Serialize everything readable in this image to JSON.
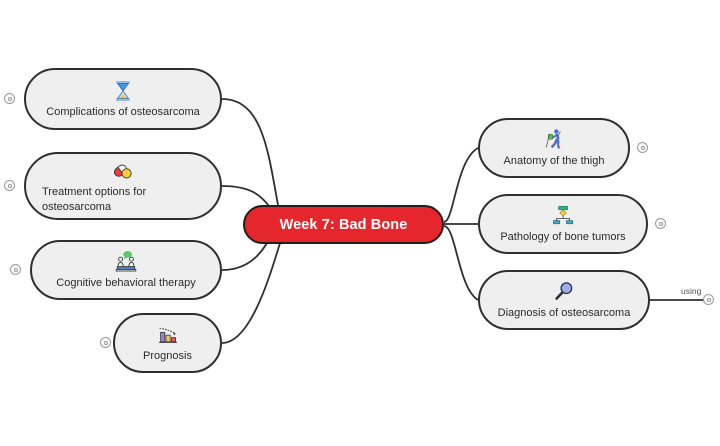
{
  "diagram": {
    "type": "mind-map",
    "background_color": "#ffffff",
    "central_node": {
      "label": "Week 7: Bad Bone",
      "fill_color": "#e5272d",
      "text_color": "#ffffff",
      "border_color": "#1f1f1f"
    },
    "node_style": {
      "fill_color": "#efefef",
      "border_color": "#2f2f2f",
      "text_color": "#2b2b2b"
    },
    "left_branches": [
      {
        "label": "Complications of osteosarcoma",
        "icon": "hourglass-icon",
        "handle": "collapse-handle"
      },
      {
        "label": "Treatment options for osteosarcoma",
        "icon": "pills-icon",
        "handle": "collapse-handle"
      },
      {
        "label": "Cognitive behavioral therapy",
        "icon": "therapy-session-icon",
        "handle": "collapse-handle"
      },
      {
        "label": "Prognosis",
        "icon": "declining-bar-chart-icon",
        "handle": "collapse-handle"
      }
    ],
    "right_branches": [
      {
        "label": "Anatomy of the thigh",
        "icon": "hiker-icon",
        "handle": "collapse-handle"
      },
      {
        "label": "Pathology of bone tumors",
        "icon": "flowchart-icon",
        "handle": "collapse-handle"
      },
      {
        "label": "Diagnosis of osteosarcoma",
        "icon": "magnifying-glass-icon",
        "handle": "collapse-handle",
        "outgoing_edge_label": "using"
      }
    ]
  }
}
